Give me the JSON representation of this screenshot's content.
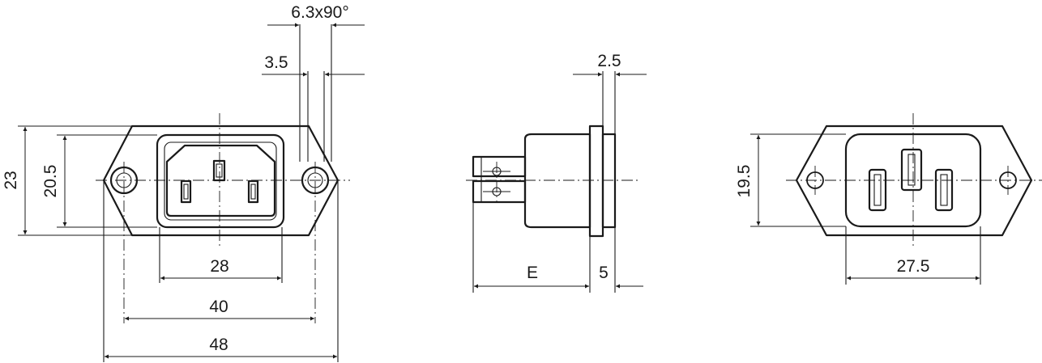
{
  "dimensions": {
    "width_48": "48",
    "width_40": "40",
    "width_28": "28",
    "height_23": "23",
    "height_20_5": "20.5",
    "tab_6_3": "6.3x90°",
    "tab_3_5": "3.5",
    "flange_2_5": "2.5",
    "depth_E": "E",
    "depth_5": "5",
    "height_19_5": "19.5",
    "width_27_5": "27.5"
  }
}
